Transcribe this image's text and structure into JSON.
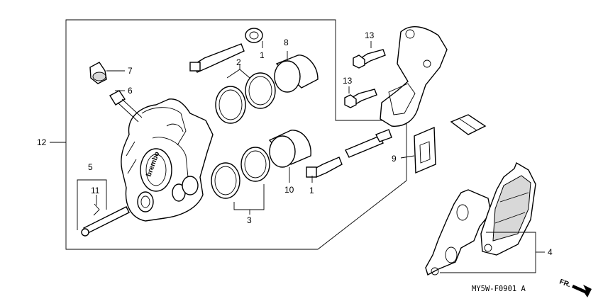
{
  "callouts": [
    {
      "id": "p1a",
      "label": "1"
    },
    {
      "id": "p1b",
      "label": "1"
    },
    {
      "id": "p2",
      "label": "2"
    },
    {
      "id": "p3",
      "label": "3"
    },
    {
      "id": "p4",
      "label": "4"
    },
    {
      "id": "p5",
      "label": "5"
    },
    {
      "id": "p6",
      "label": "6"
    },
    {
      "id": "p7",
      "label": "7"
    },
    {
      "id": "p8",
      "label": "8"
    },
    {
      "id": "p9",
      "label": "9"
    },
    {
      "id": "p10",
      "label": "10"
    },
    {
      "id": "p11",
      "label": "11"
    },
    {
      "id": "p12",
      "label": "12"
    },
    {
      "id": "p13a",
      "label": "13"
    },
    {
      "id": "p13b",
      "label": "13"
    }
  ],
  "direction_label": "FR.",
  "diagram_code": "MY5W-F0901 A"
}
